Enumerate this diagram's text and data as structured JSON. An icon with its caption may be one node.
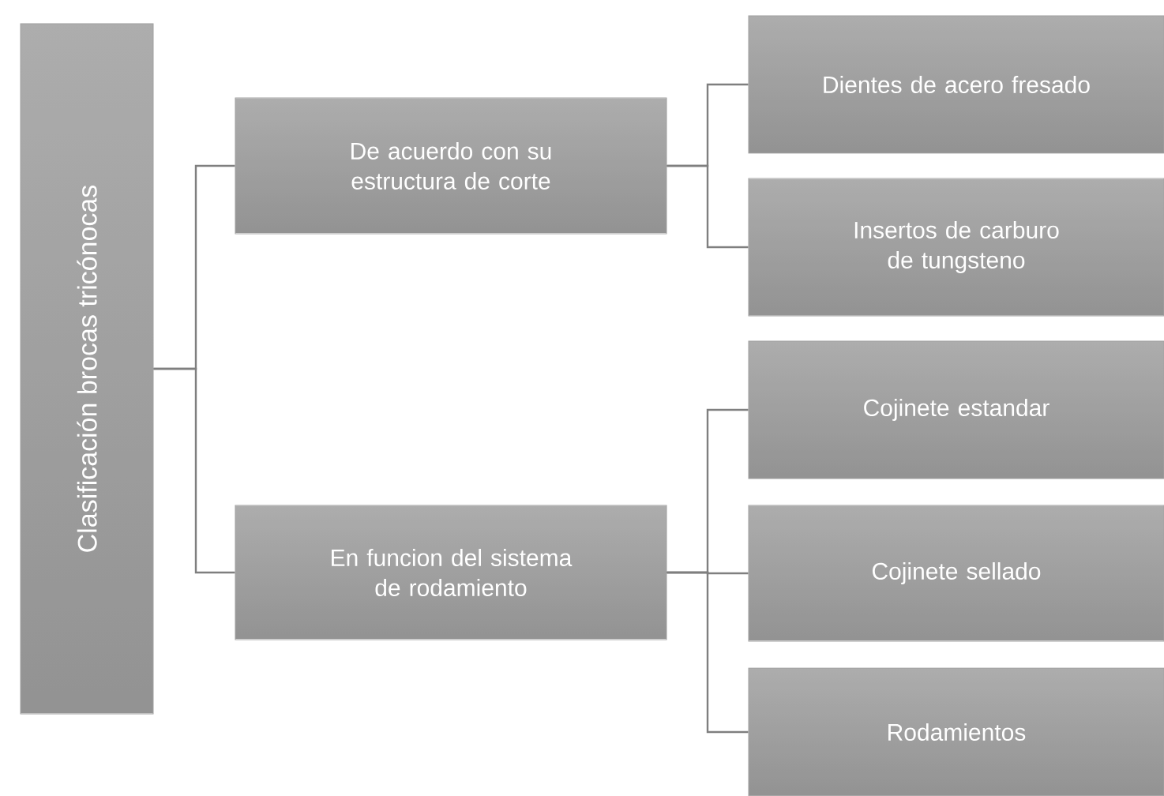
{
  "diagram": {
    "nodes": [
      {
        "text": [
          "Clasificación brocas tricónocas"
        ]
      },
      {
        "text": [
          "De acuerdo con su estructura de corte"
        ]
      },
      {
        "text": [
          "En funcion del sistema de rodamiento"
        ]
      },
      {
        "text": [
          "Dientes de acero fresado"
        ]
      },
      {
        "text": [
          "Insertos de carburo de tungsteno"
        ]
      },
      {
        "text": [
          "Cojinete estandar"
        ]
      },
      {
        "text": [
          "Cojinete sellado"
        ]
      },
      {
        "text": [
          "Rodamientos"
        ]
      }
    ],
    "edges": [
      {
        "from": 0,
        "to": 1,
        "arrow": "none"
      },
      {
        "from": 0,
        "to": 2,
        "arrow": "none"
      },
      {
        "from": 1,
        "to": 3,
        "arrow": "none"
      },
      {
        "from": 1,
        "to": 4,
        "arrow": "none"
      },
      {
        "from": 2,
        "to": 5,
        "arrow": "none"
      },
      {
        "from": 2,
        "to": 6,
        "arrow": "none"
      },
      {
        "from": 2,
        "to": 7,
        "arrow": "none"
      }
    ]
  }
}
